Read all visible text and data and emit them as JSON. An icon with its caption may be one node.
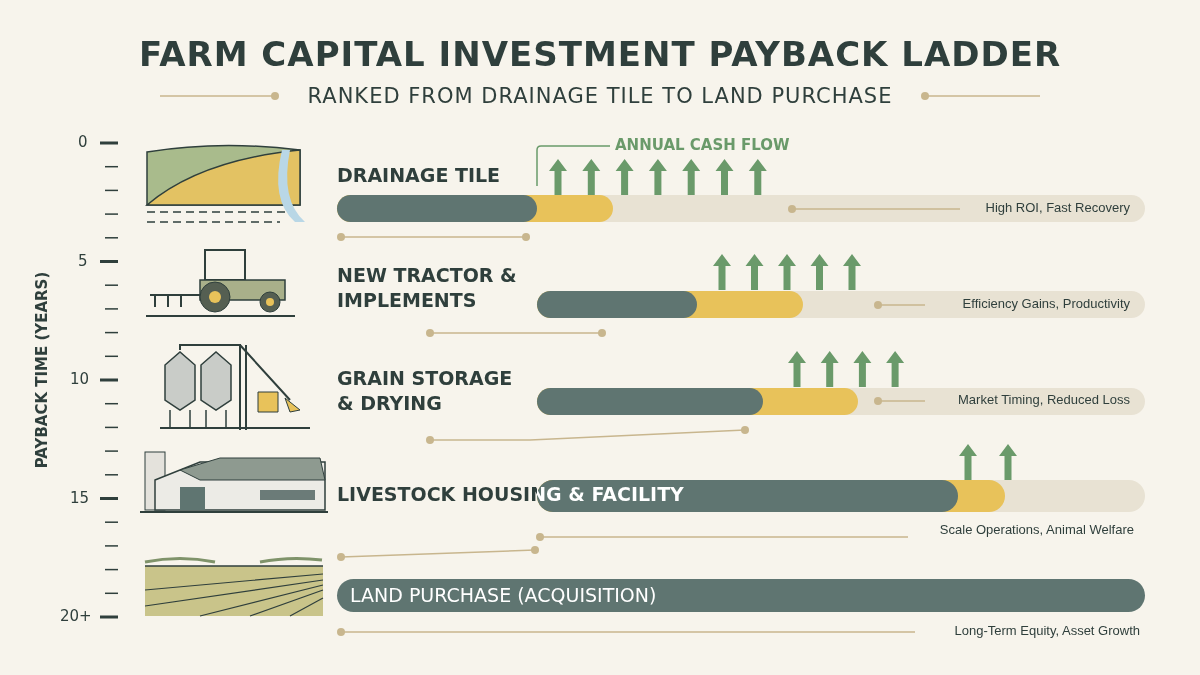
{
  "diagram": {
    "title": "FARM CAPITAL INVESTMENT PAYBACK LADDER",
    "labels": [
      "RANKED FROM DRAINAGE TILE TO LAND PURCHASE",
      "0",
      "5",
      "10",
      "15",
      "20+",
      "PAYBACK TIME (YEARS)",
      "ANNUAL CASH FLOW",
      "DRAINAGE TILE",
      "High ROI, Fast Recovery",
      "NEW TRACTOR & IMPLEMENTS",
      "Efficiency Gains, Productivity",
      "GRAIN STORAGE & DRYING",
      "Market Timing, Reduced Loss",
      "LIVESTOCK HOUSING & FACILITY",
      "Scale Operations, Animal Welfare",
      "LAND PURCHASE (ACQUISITION)",
      "Long-Term Equity, Asset Growth"
    ]
  }
}
